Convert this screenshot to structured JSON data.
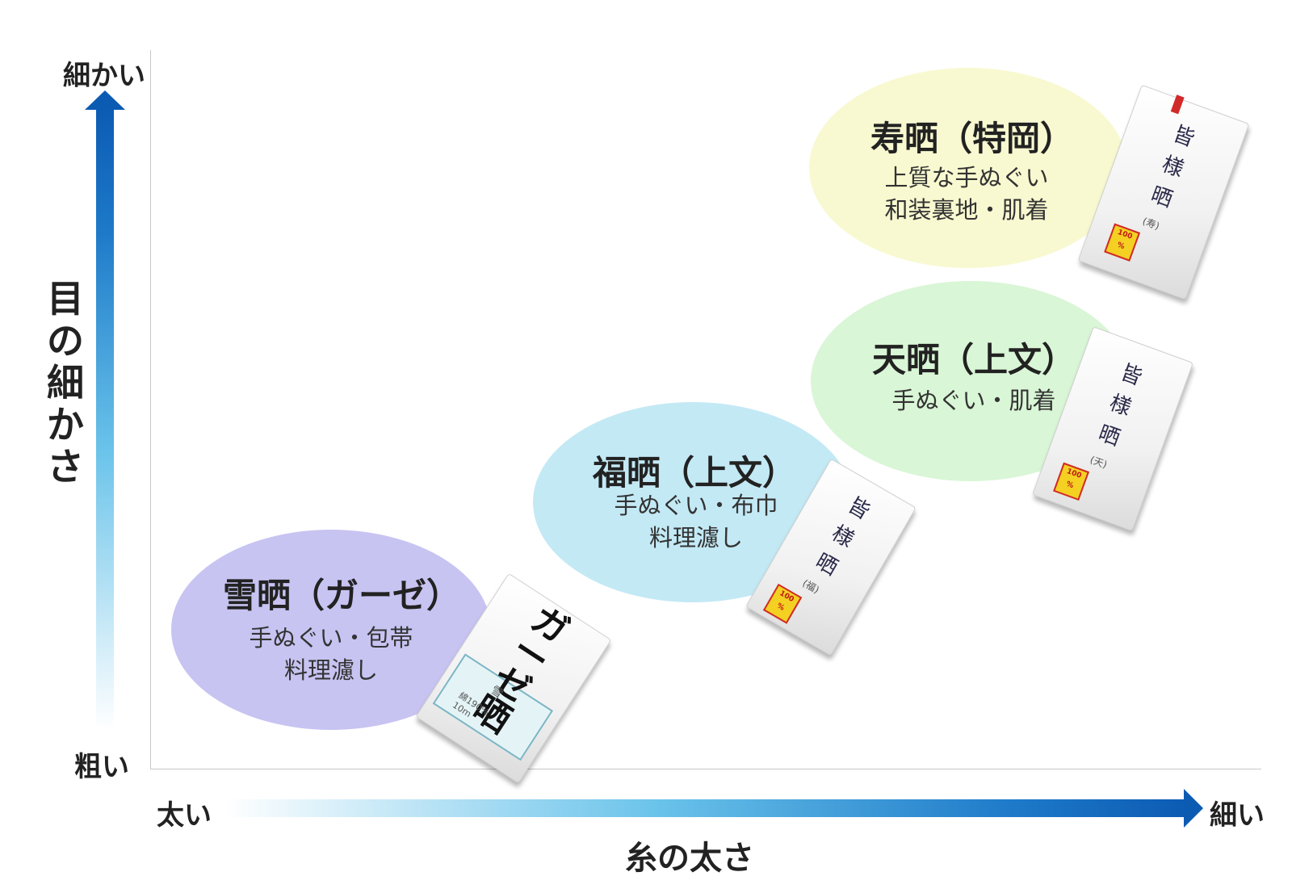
{
  "axes": {
    "y_top_label": "細かい",
    "y_bottom_label": "粗い",
    "y_title": [
      "目",
      "の",
      "細",
      "か",
      "さ"
    ],
    "x_left_label": "太い",
    "x_right_label": "細い",
    "x_title": "糸の太さ"
  },
  "items": [
    {
      "id": "yuki",
      "title": "雪晒（ガーゼ）",
      "desc": [
        "手ぬぐい・包帯",
        "料理濾し"
      ],
      "color": "#c7c4f2",
      "package": {
        "label": [
          "ガ",
          "ー",
          "ゼ",
          "晒"
        ],
        "sub": "雪",
        "spec": "綿190%",
        "length": "10m"
      }
    },
    {
      "id": "fuku",
      "title": "福晒（上文）",
      "desc": [
        "手ぬぐい・布巾",
        "料理濾し"
      ],
      "color": "#c3e9f5",
      "package": {
        "label": [
          "皆",
          "様",
          "晒"
        ],
        "sub": "(福)"
      }
    },
    {
      "id": "ten",
      "title": "天晒（上文）",
      "desc": [
        "手ぬぐい・肌着"
      ],
      "color": "#d9f6d6",
      "package": {
        "label": [
          "皆",
          "様",
          "晒"
        ],
        "sub": "(天)"
      }
    },
    {
      "id": "kotobuki",
      "title": "寿晒（特岡）",
      "desc": [
        "上質な手ぬぐい",
        "和装裏地・肌着"
      ],
      "color": "#f8f9d0",
      "package": {
        "label": [
          "皆",
          "様",
          "晒"
        ],
        "sub": "(寿)"
      }
    }
  ],
  "arrow_gradient": {
    "start": "#ffffff",
    "mid": "#6ac3ea",
    "end": "#0c5bb3"
  }
}
